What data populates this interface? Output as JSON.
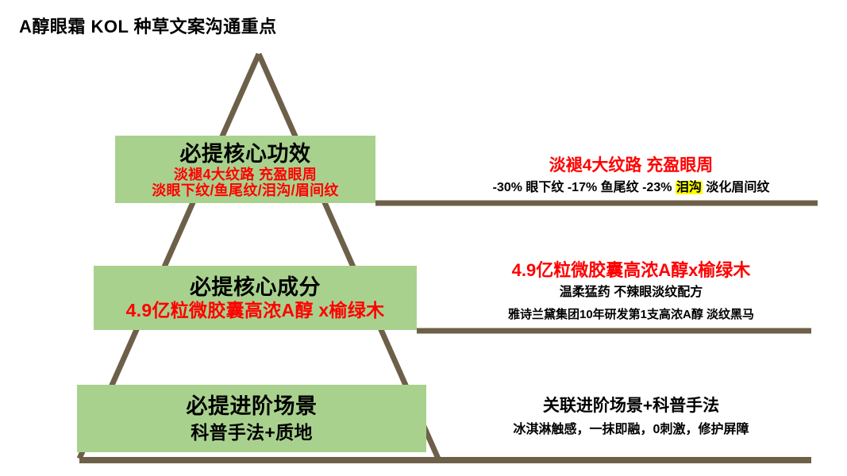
{
  "slide": {
    "title": "A醇眼霜 KOL 种草文案沟通重点",
    "colors": {
      "box_green": "#a9d18e",
      "line_brown": "#6e6048",
      "accent_red": "#ff0000",
      "highlight_yellow": "#ffff00",
      "text_black": "#000000",
      "background": "#ffffff"
    }
  },
  "pyramid": {
    "levels": [
      {
        "id": "level-1",
        "box": {
          "heading": "必提核心功效",
          "sub_lines": [
            "淡褪4大纹路 充盈眼周",
            "淡眼下纹/鱼尾纹/泪沟/眉间纹"
          ]
        },
        "detail": {
          "heading": "淡褪4大纹路 充盈眼周",
          "line_parts": [
            {
              "text": "-30% 眼下纹 -17% 鱼尾纹 -23% ",
              "highlight": false
            },
            {
              "text": "泪沟",
              "highlight": true
            },
            {
              "text": " 淡化眉间纹",
              "highlight": false
            }
          ],
          "line_plain": "-30% 眼下纹 -17% 鱼尾纹 -23% 泪沟 淡化眉间纹"
        }
      },
      {
        "id": "level-2",
        "box": {
          "heading": "必提核心成分",
          "sub_lines": [
            "4.9亿粒微胶囊高浓A醇 x榆绿木"
          ]
        },
        "detail": {
          "heading": "4.9亿粒微胶囊高浓A醇x榆绿木",
          "lines": [
            "温柔猛药 不辣眼淡纹配方",
            "雅诗兰黛集团10年研发第1支高浓A醇 淡纹黑马"
          ]
        }
      },
      {
        "id": "level-3",
        "box": {
          "heading": "必提进阶场景",
          "sub_lines": [
            "科普手法+质地"
          ]
        },
        "detail": {
          "heading": "关联进阶场景+科普手法",
          "lines": [
            "冰淇淋触感，一抹即融，0刺激，修护屏障"
          ]
        }
      }
    ]
  }
}
